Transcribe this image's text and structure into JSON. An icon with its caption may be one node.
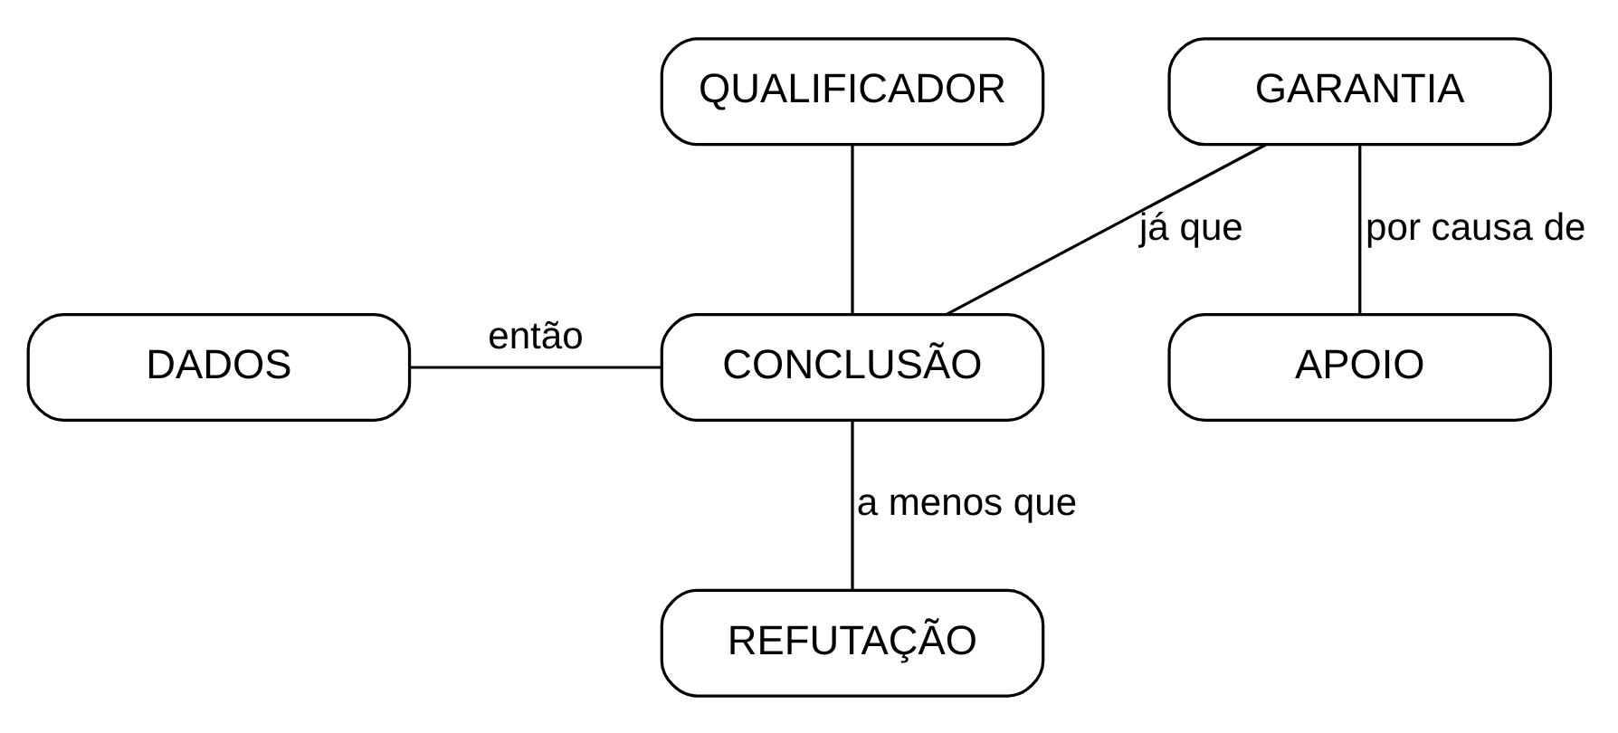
{
  "diagram": {
    "nodes": [
      {
        "text": [
          "DADOS"
        ]
      },
      {
        "text": [
          "CONCLUSÃO"
        ]
      },
      {
        "text": [
          "QUALIFICADOR"
        ]
      },
      {
        "text": [
          "GARANTIA"
        ]
      },
      {
        "text": [
          "REFUTAÇÃO"
        ]
      },
      {
        "text": [
          "APOIO"
        ]
      }
    ],
    "edges": [
      {
        "from": 0,
        "to": 1,
        "arrow": "none",
        "label": "então"
      },
      {
        "from": 3,
        "to": 1,
        "arrow": "none",
        "label": "já que"
      },
      {
        "from": 2,
        "to": 1,
        "arrow": "none"
      },
      {
        "from": 1,
        "to": 4,
        "arrow": "none",
        "label": "a menos que"
      },
      {
        "from": 3,
        "to": 5,
        "arrow": "none",
        "label": "por causa de"
      }
    ]
  }
}
